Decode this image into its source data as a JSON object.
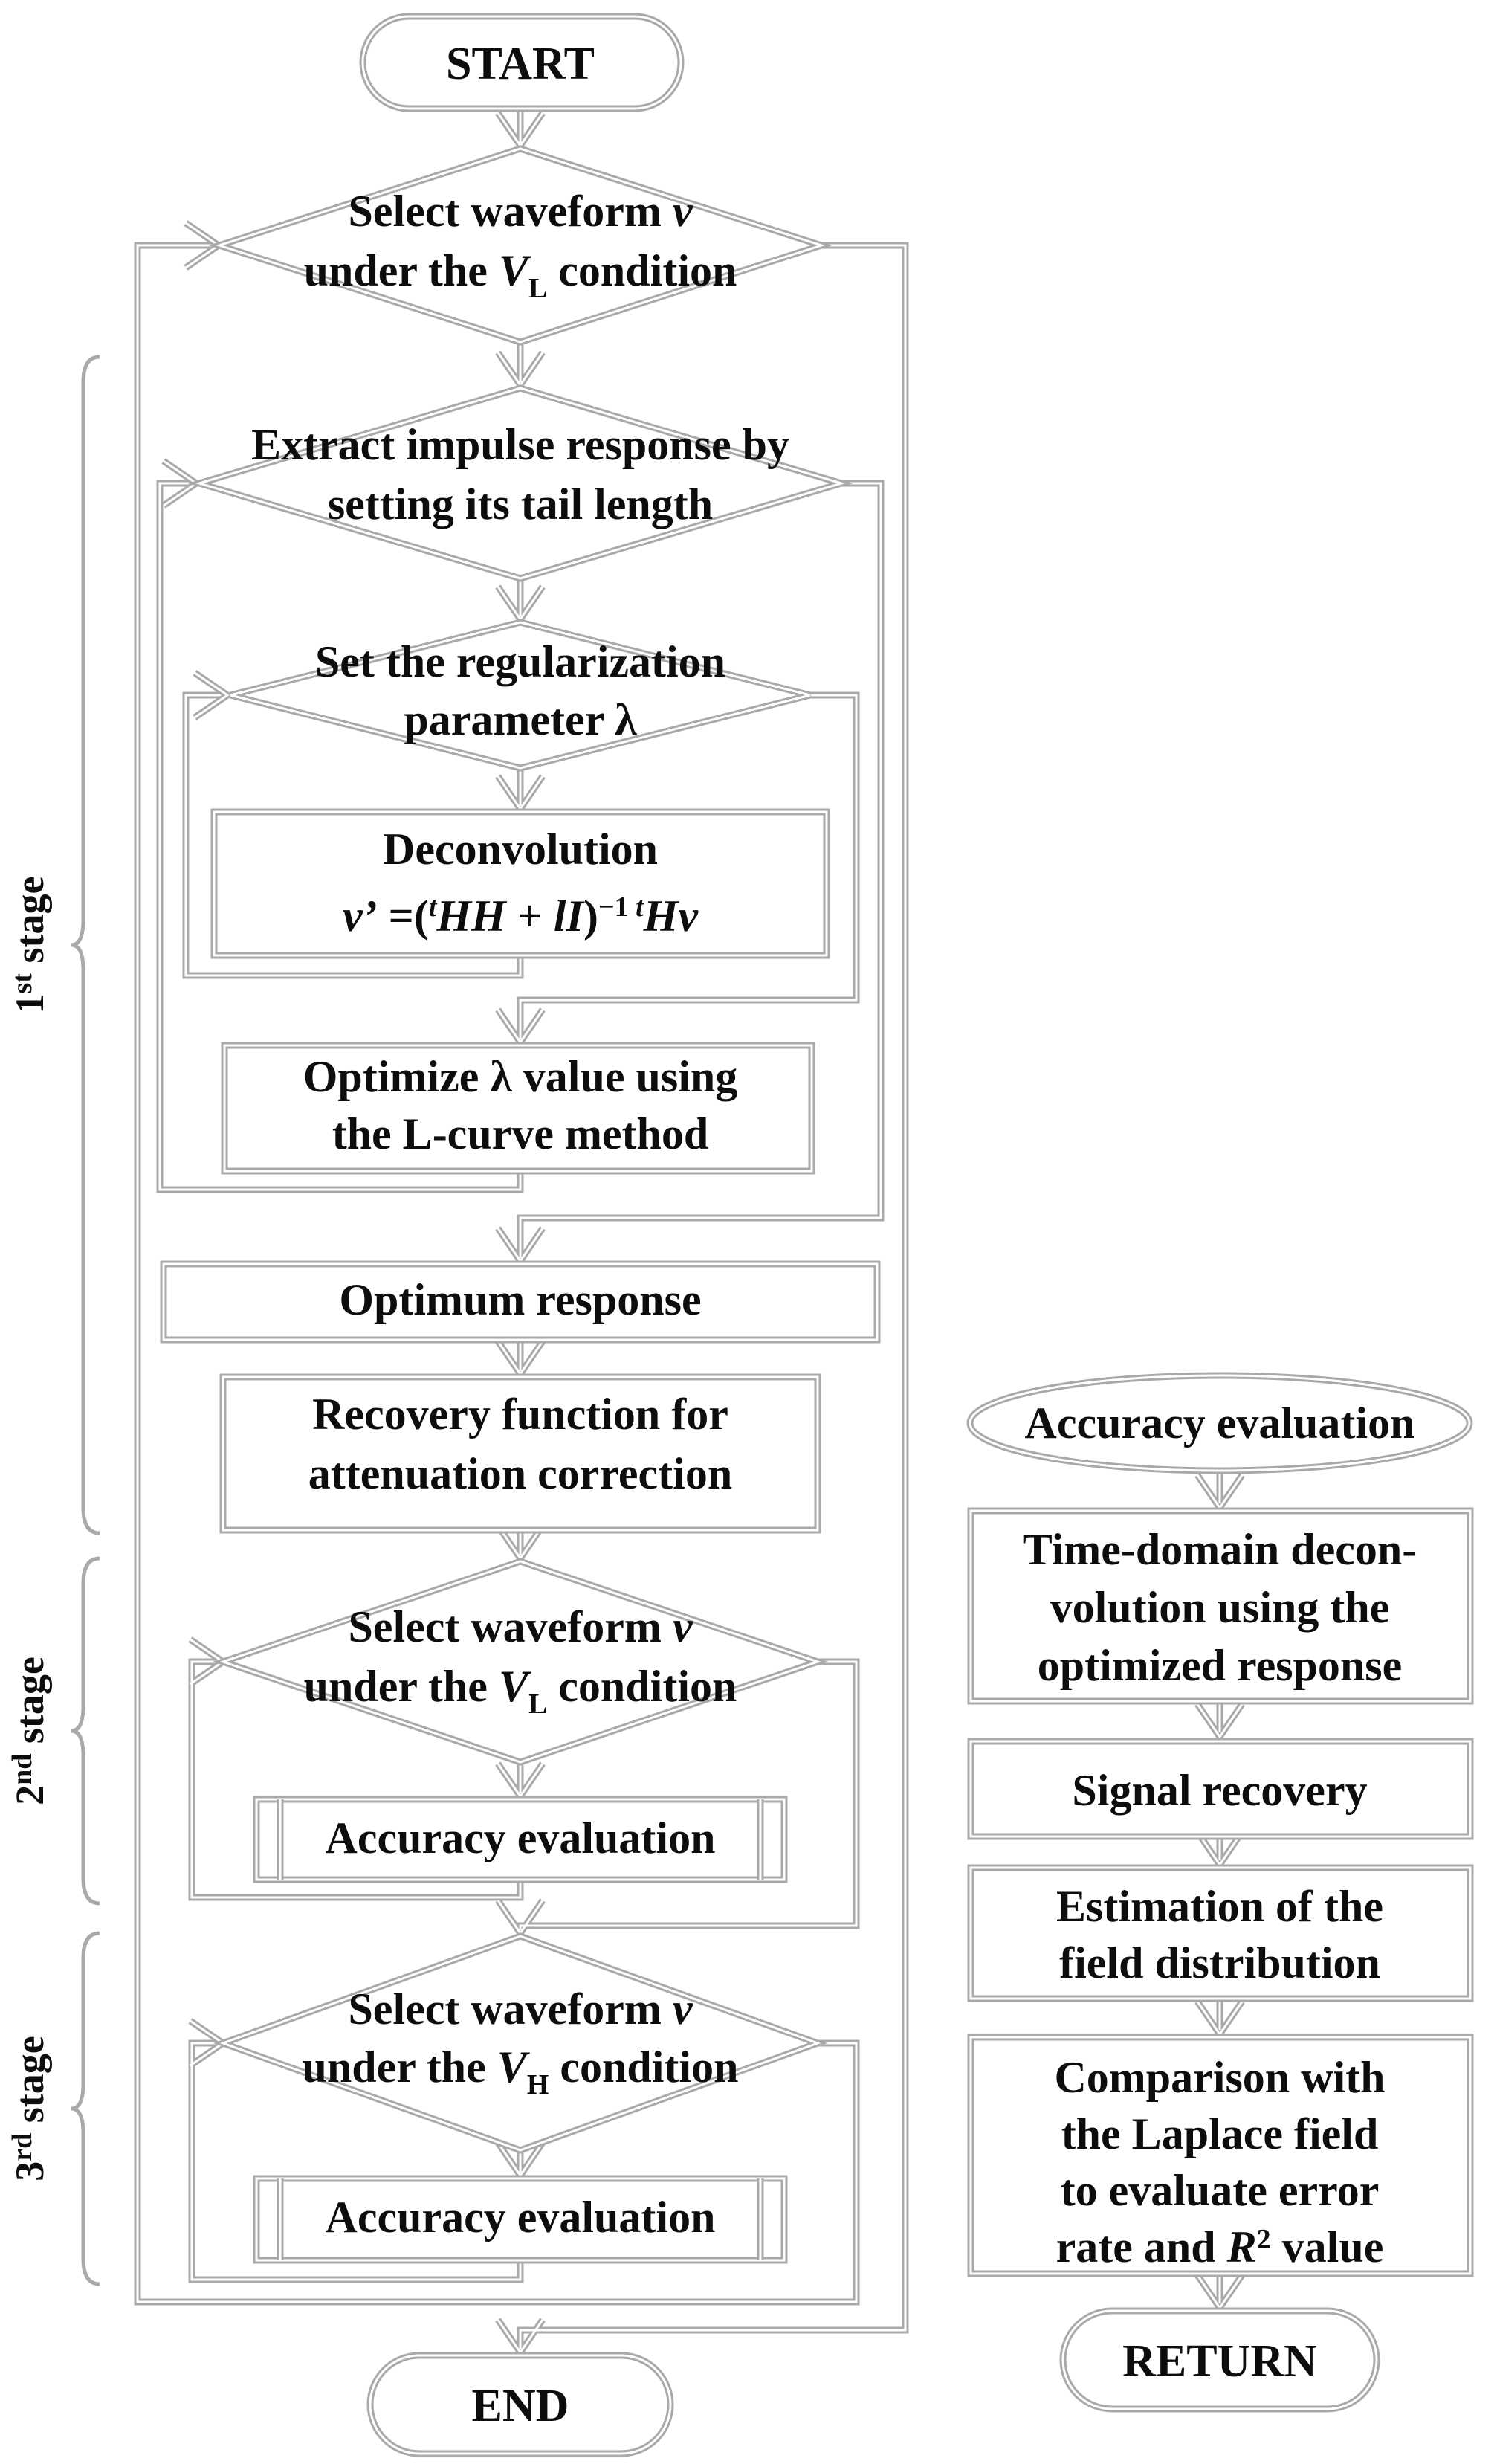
{
  "colors": {
    "line": "#a9a9a9",
    "line_core": "#ffffff",
    "text": "#0d0d0d",
    "background": "#ffffff"
  },
  "flow": {
    "start": {
      "label": "START"
    },
    "select_vl_1": {
      "line1": "Select waveform ",
      "line1_var": "v",
      "line2_pre": "under the ",
      "line2_var": "V",
      "line2_sub": "L",
      "line2_post": " condition"
    },
    "extract": {
      "line1": "Extract impulse response by",
      "line2": "setting its tail length"
    },
    "set_reg": {
      "line1": "Set the regularization",
      "line2": "parameter λ"
    },
    "deconv": {
      "title": "Deconvolution",
      "f_v": "v’",
      "f_eq": " =(",
      "f_t1": "t",
      "f_hh": "HH",
      "f_plus": " + ",
      "f_li": "lI",
      "f_close": ")",
      "f_inv": "−1",
      "f_t2": " t",
      "f_hv": "Hv"
    },
    "optimize": {
      "line1": "Optimize λ value using",
      "line2": "the L-curve method"
    },
    "optimum": {
      "line1": "Optimum response"
    },
    "recovery": {
      "line1": "Recovery function for",
      "line2": "attenuation correction"
    },
    "select_vl_2": {
      "line1": "Select waveform ",
      "line1_var": "v",
      "line2_pre": "under the ",
      "line2_var": "V",
      "line2_sub": "L",
      "line2_post": " condition"
    },
    "accuracy_2": {
      "label": "Accuracy evaluation"
    },
    "select_vh": {
      "line1": "Select waveform ",
      "line1_var": "v",
      "line2_pre": "under the ",
      "line2_var": "V",
      "line2_sub": "H",
      "line2_post": " condition"
    },
    "accuracy_3": {
      "label": "Accuracy evaluation"
    },
    "end": {
      "label": "END"
    }
  },
  "stages": {
    "s1": {
      "num": "1",
      "ord": "st",
      "word": " stage"
    },
    "s2": {
      "num": "2",
      "ord": "nd",
      "word": " stage"
    },
    "s3": {
      "num": "3",
      "ord": "rd",
      "word": " stage"
    }
  },
  "subroutine": {
    "title": {
      "label": "Accuracy evaluation"
    },
    "time_domain": {
      "line1": "Time-domain decon-",
      "line2": "volution using the",
      "line3": "optimized response"
    },
    "signal": {
      "line1": "Signal recovery"
    },
    "estimation": {
      "line1": "Estimation of the",
      "line2": "field distribution"
    },
    "comparison": {
      "line1": "Comparison with",
      "line2": "the Laplace field",
      "line3": "to evaluate error",
      "line4_pre": "rate and ",
      "line4_var": "R",
      "line4_sup": "2",
      "line4_post": " value"
    },
    "return": {
      "label": "RETURN"
    }
  }
}
